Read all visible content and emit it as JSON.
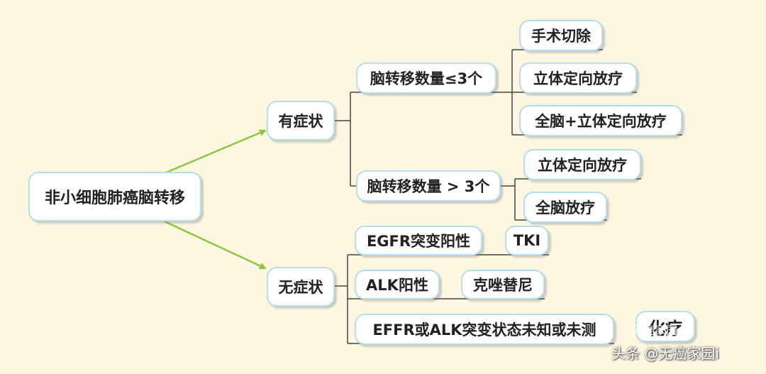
{
  "root": "非小细胞肺癌脑转移",
  "branches": {
    "symptomatic": {
      "label": "有症状",
      "le3": {
        "label": "脑转移数量≤3个",
        "options": [
          "手术切除",
          "立体定向放疗",
          "全脑+立体定向放疗"
        ]
      },
      "gt3": {
        "label": "脑转移数量 > 3个",
        "options": [
          "立体定向放疗",
          "全脑放疗"
        ]
      }
    },
    "asymptomatic": {
      "label": "无症状",
      "egfr": {
        "label": "EGFR突变阳性",
        "treatment": "TKI"
      },
      "alk": {
        "label": "ALK阳性",
        "treatment": "克唑替尼"
      },
      "unknown": {
        "label": "EFFR或ALK突变状态未知或未测",
        "treatment": "化疗"
      }
    }
  },
  "watermark": {
    "logo_text": "无癌家园",
    "credit": "头条 @无癌家园i"
  },
  "colors": {
    "background": "#fdf7e1",
    "node_border": "#b8dbea",
    "arrow": "#8cc63f",
    "connector": "#444444"
  }
}
